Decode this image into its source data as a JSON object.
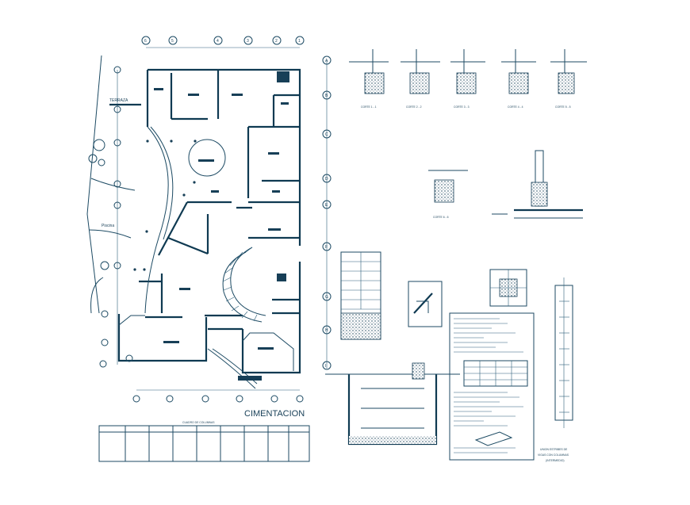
{
  "drawing": {
    "main_title": "CIMENTACION",
    "labels": {
      "terraza": "TERRAZA",
      "piscina": "Piscina"
    },
    "grid_letters": [
      "A",
      "B",
      "C",
      "D",
      "E",
      "F",
      "G",
      "H",
      "I"
    ],
    "grid_numbers": [
      "6",
      "5",
      "4",
      "3",
      "2",
      "1"
    ],
    "sections": [
      {
        "label": "CORTE 1 - 1"
      },
      {
        "label": "CORTE 2 - 2"
      },
      {
        "label": "CORTE 3 - 3"
      },
      {
        "label": "CORTE 4 - 4"
      },
      {
        "label": "CORTE 5 - 5"
      }
    ],
    "section_6": "CORTE 6 - 6",
    "column_table_title": "CUADRO DE COLUMNAS",
    "union_note": [
      "UNION ESTRIBES DE",
      "VIGAS CON COLUMNAS",
      "(INTERMEDIO)"
    ],
    "colors": {
      "ink": "#173f57",
      "background": "#ffffff"
    }
  }
}
